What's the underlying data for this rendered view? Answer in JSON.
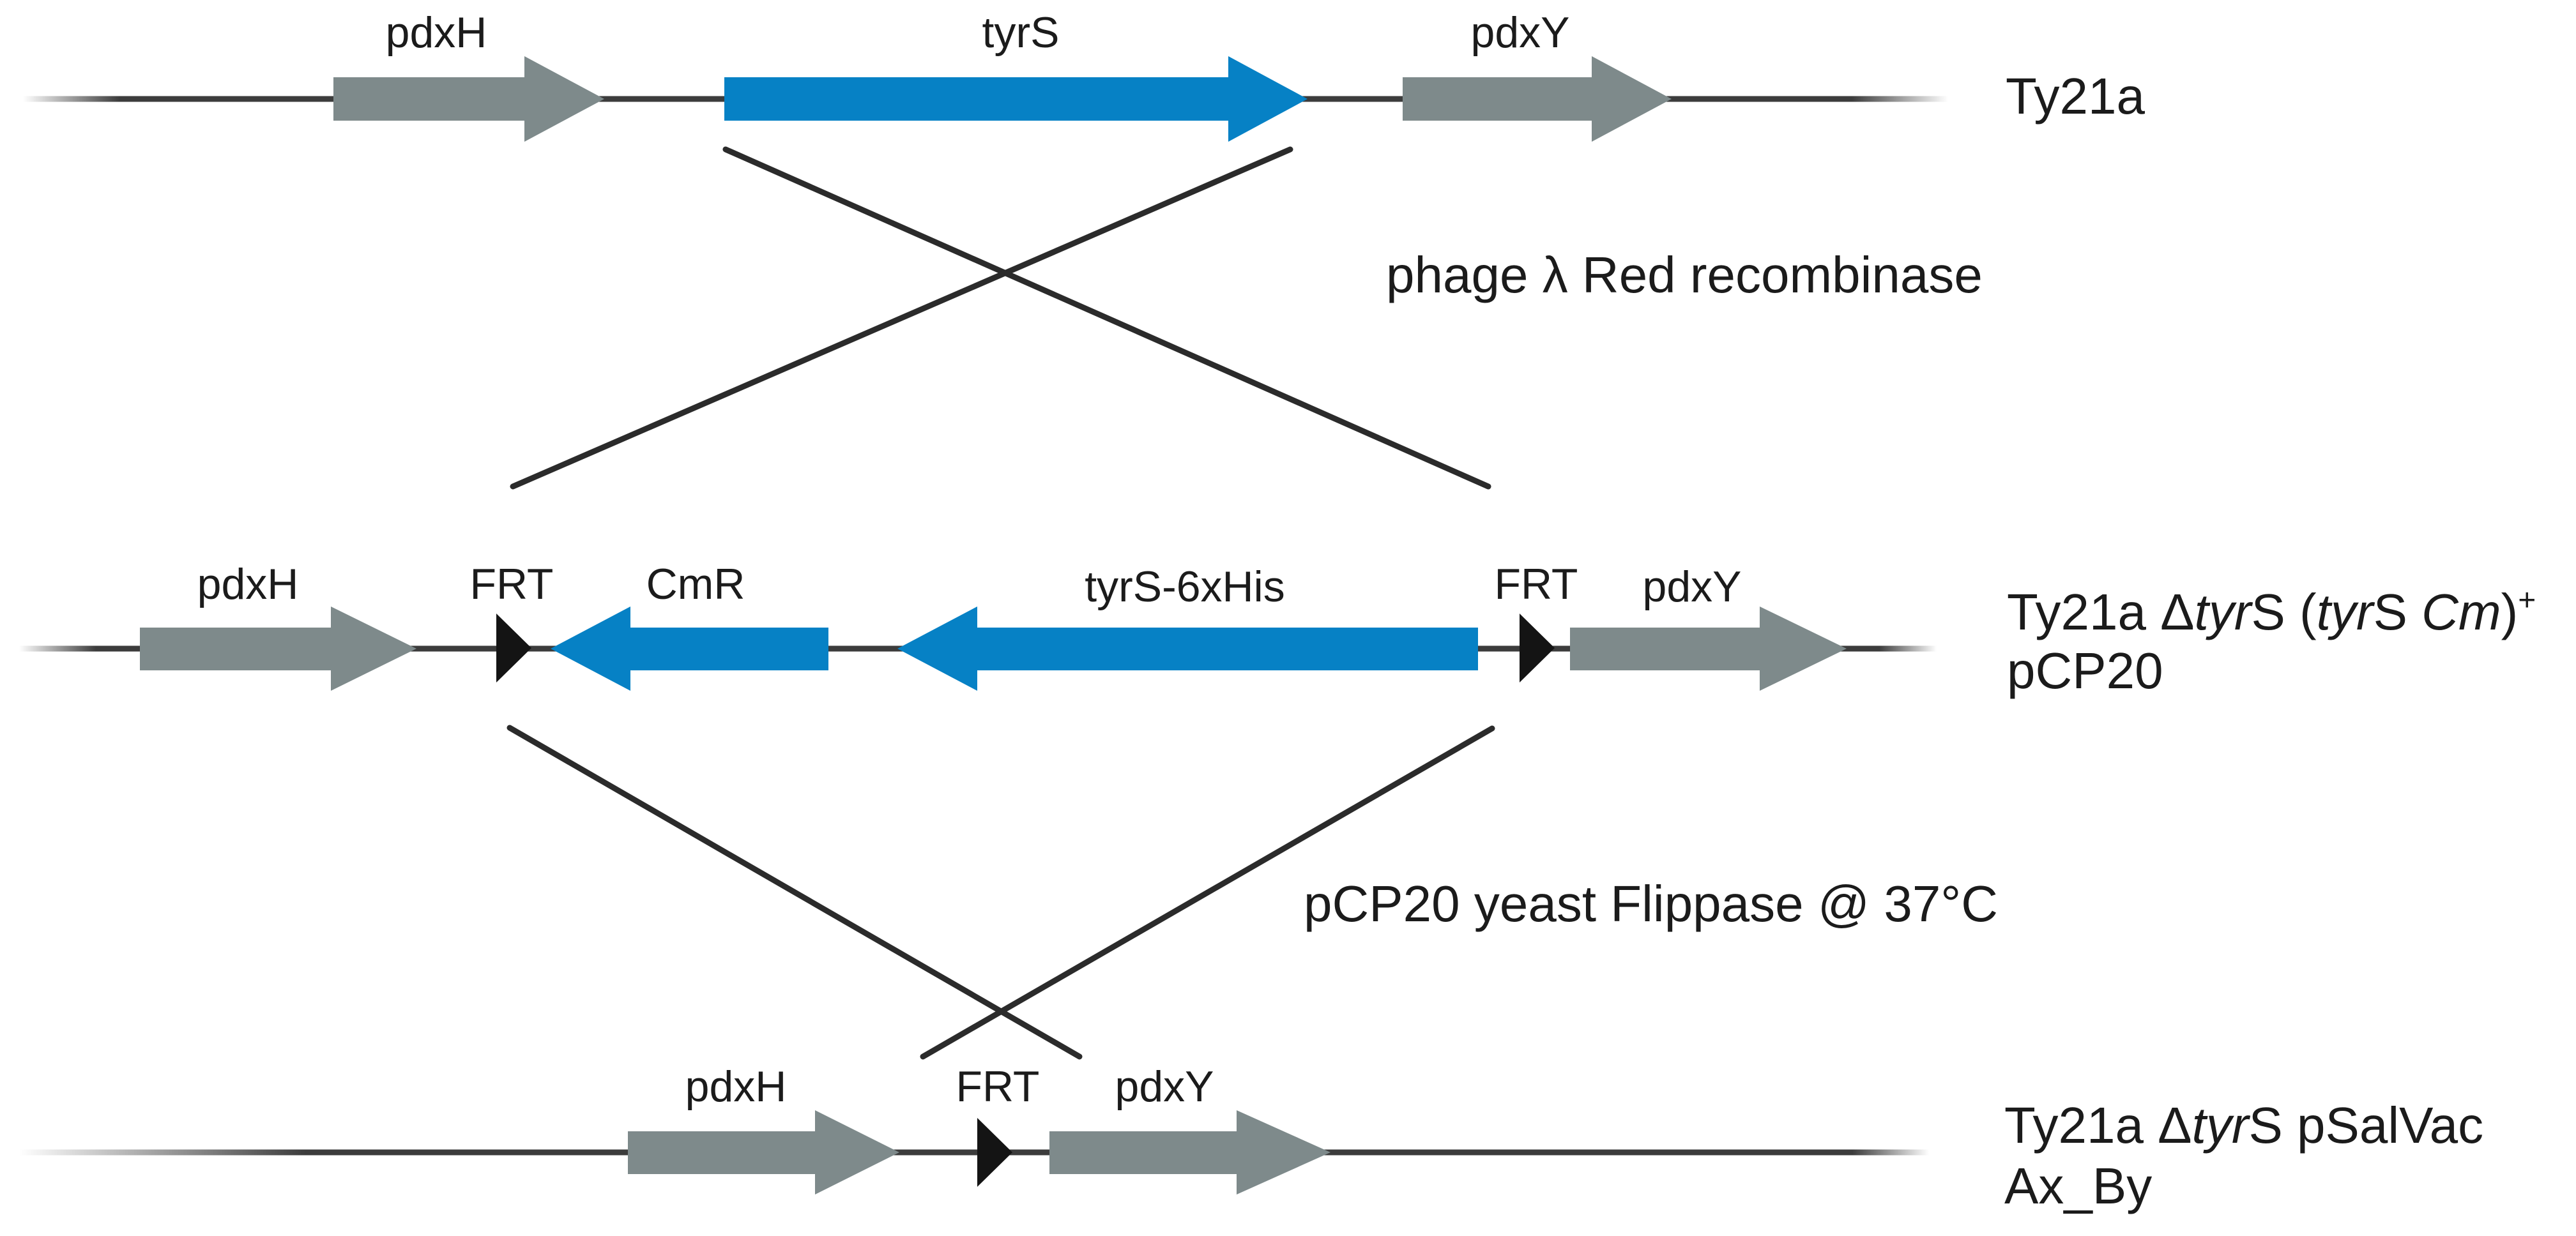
{
  "figure_type": "gene-replacement-recombination-diagram",
  "colors": {
    "gene_blue": "#0681C5",
    "gene_gray": "#7E8A8B",
    "frt_black": "#141414",
    "backbone_line": "#3C3C3C",
    "cross_line": "#2B2B2B",
    "text": "#1B1B1B",
    "background": "#FFFFFF"
  },
  "diagram": {
    "row1": {
      "gene_pdxH": "pdxH",
      "gene_tyrS": "tyrS",
      "gene_pdxY": "pdxY",
      "strain": "Ty21a"
    },
    "step1_label": "phage λ Red recombinase",
    "row2": {
      "gene_pdxH": "pdxH",
      "frt_left": "FRT",
      "gene_CmR": "CmR",
      "gene_tyrS_6xHis": "tyrS-6xHis",
      "frt_right": "FRT",
      "gene_pdxY": "pdxY",
      "strain_line1_segments": [
        {
          "text": "Ty21a Δ"
        },
        {
          "text": "tyr",
          "italic": true
        },
        {
          "text": "S ("
        },
        {
          "text": "tyr",
          "italic": true
        },
        {
          "text": "S "
        },
        {
          "text": "Cm",
          "italic": true
        },
        {
          "text": ")"
        },
        {
          "text": "+",
          "superscript": true
        }
      ],
      "strain_line2": "pCP20"
    },
    "step2_label": "pCP20 yeast Flippase @ 37°C",
    "row3": {
      "gene_pdxH": "pdxH",
      "frt": "FRT",
      "gene_pdxY": "pdxY",
      "strain_line1_segments": [
        {
          "text": "Ty21a Δ"
        },
        {
          "text": "tyr",
          "italic": true
        },
        {
          "text": "S pSalVac"
        }
      ],
      "strain_line2": "Ax_By"
    }
  }
}
